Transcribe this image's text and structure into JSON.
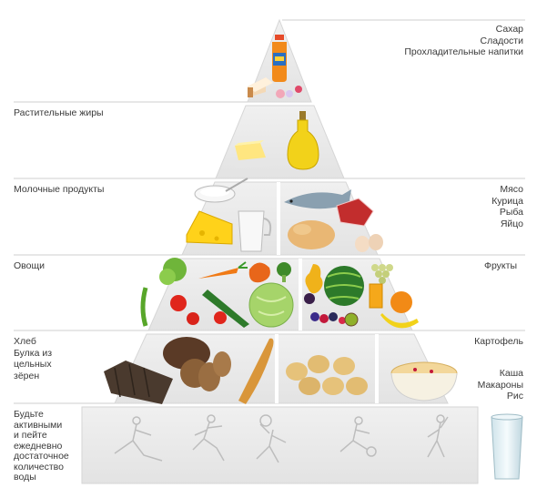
{
  "levels": {
    "top": {
      "right": [
        "Сахар",
        "Сладости",
        "Прохладительные напитки"
      ]
    },
    "fats": {
      "left": [
        "Растительные жиры"
      ]
    },
    "protein": {
      "left": [
        "Молочные продукты"
      ],
      "right": [
        "Мясо",
        "Курица",
        "Рыба",
        "Яйцо"
      ]
    },
    "produce": {
      "left": [
        "Овощи"
      ],
      "right": [
        "Фрукты"
      ]
    },
    "grains": {
      "left": [
        "Хлеб",
        "Булка из",
        "цельных",
        "зёрен"
      ],
      "right_a": [
        "Картофель"
      ],
      "right_b": [
        "Каша",
        "Макароны",
        "Рис"
      ]
    },
    "base": {
      "left": [
        "Будьте",
        "активными",
        "и пейте",
        "ежедневно",
        "достаточное",
        "количество",
        "воды"
      ]
    }
  },
  "icons": {
    "top": [
      "soda-bottle-icon",
      "cake-icon",
      "candy-icon"
    ],
    "fats": [
      "butter-icon",
      "oil-bottle-icon"
    ],
    "dairy": [
      "cottage-cheese-icon",
      "cheese-icon",
      "milk-jug-icon"
    ],
    "protein": [
      "fish-icon",
      "meat-icon",
      "chicken-icon",
      "egg-icon"
    ],
    "vegetables": [
      "lettuce-icon",
      "carrot-icon",
      "pepper-icon",
      "broccoli-icon",
      "tomato-icon",
      "cucumber-icon",
      "cabbage-icon",
      "pea-pod-icon"
    ],
    "fruits": [
      "pear-icon",
      "grapes-icon",
      "watermelon-icon",
      "plum-icon",
      "juice-glass-icon",
      "orange-icon",
      "berries-icon",
      "kiwi-icon",
      "banana-icon"
    ],
    "bread": [
      "rye-bread-icon",
      "brown-loaf-icon",
      "baguette-icon"
    ],
    "potatoes": [
      "potatoes-icon"
    ],
    "porridge": [
      "porridge-bowl-icon"
    ],
    "activity": [
      "skater-figure-icon",
      "runner-figure-icon",
      "tennis-figure-icon",
      "footballer-figure-icon",
      "dancer-figure-icon",
      "water-glass-icon"
    ]
  },
  "colors": {
    "tier_fill": "#ebebeb",
    "tier_edge": "#d6d6d6",
    "separator": "#ffffff",
    "label_text": "#3a3a3a",
    "guide_line": "#cfcfcf"
  }
}
